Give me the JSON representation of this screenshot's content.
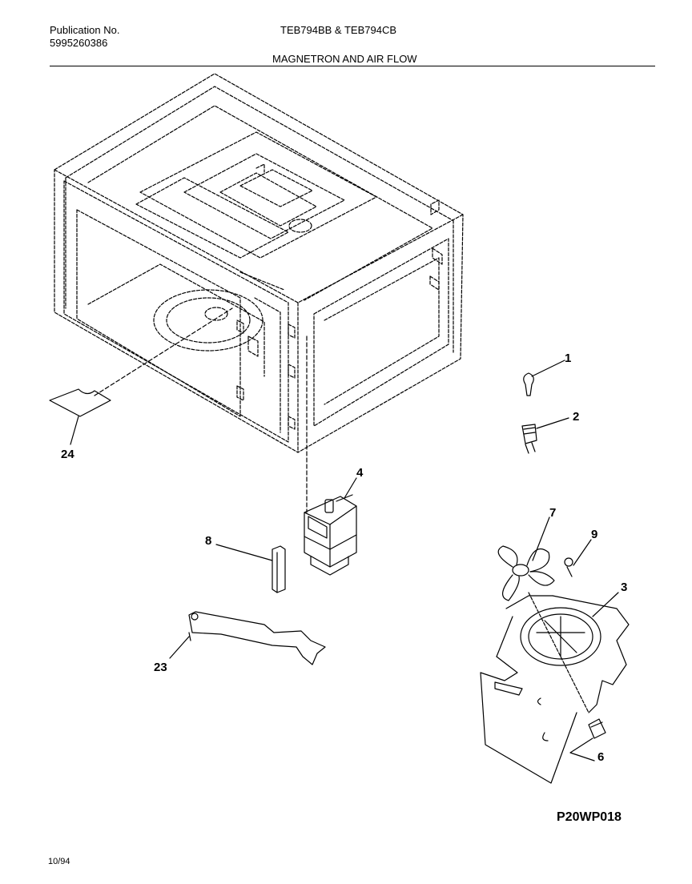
{
  "header": {
    "publication_label": "Publication No.",
    "publication_number": "5995260386",
    "models": "TEB794BB & TEB794CB",
    "section_title": "MAGNETRON AND AIR FLOW"
  },
  "callouts": {
    "p1": "1",
    "p2": "2",
    "p3": "3",
    "p4": "4",
    "p6": "6",
    "p7": "7",
    "p8": "8",
    "p9": "9",
    "p23": "23",
    "p24": "24"
  },
  "footer": {
    "drawing_code": "P20WP018",
    "date": "10/94"
  }
}
